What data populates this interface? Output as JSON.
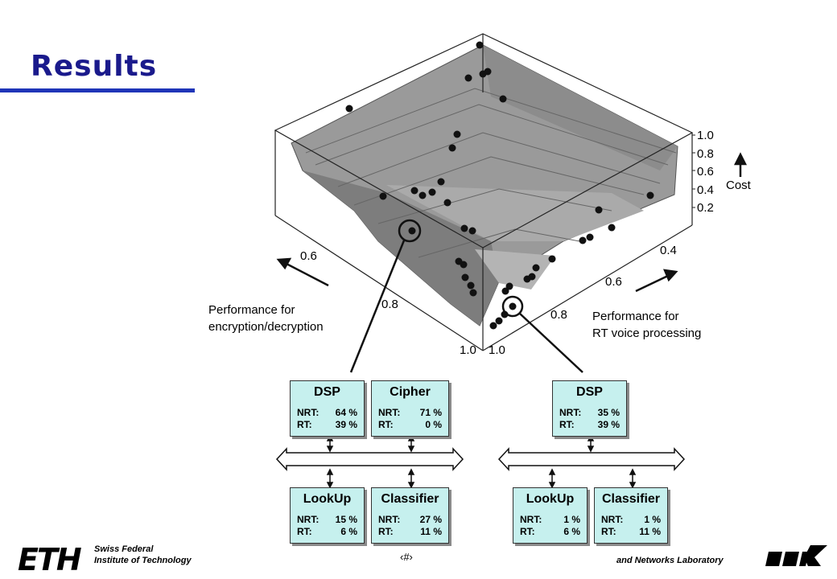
{
  "slide": {
    "title": "Results"
  },
  "plot": {
    "axis_cost_label": "Cost",
    "cost_ticks": [
      "1.0",
      "0.8",
      "0.6",
      "0.4",
      "0.2"
    ],
    "right_ticks": [
      "0.4",
      "0.6",
      "0.8",
      "1.0"
    ],
    "left_ticks": [
      "0.6",
      "0.8",
      "1.0"
    ]
  },
  "callouts": {
    "left": "Performance for\nencryption/decryption",
    "right": "Performance for\nRT voice processing"
  },
  "architectures": {
    "left": [
      {
        "name": "DSP",
        "nrt": "64 %",
        "rt": "39 %"
      },
      {
        "name": "Cipher",
        "nrt": "71 %",
        "rt": "0 %"
      },
      {
        "name": "LookUp",
        "nrt": "15 %",
        "rt": "6 %"
      },
      {
        "name": "Classifier",
        "nrt": "27 %",
        "rt": "11 %"
      }
    ],
    "right": [
      {
        "name": "DSP",
        "nrt": "35 %",
        "rt": "39 %"
      },
      {
        "name": "LookUp",
        "nrt": "1 %",
        "rt": "6 %"
      },
      {
        "name": "Classifier",
        "nrt": "1 %",
        "rt": "11 %"
      }
    ],
    "nrt_label": "NRT:",
    "rt_label": "RT:"
  },
  "footer": {
    "logo": "ETH",
    "institution_line1": "Swiss Federal",
    "institution_line2": "Institute of Technology",
    "page_number": "‹#›",
    "lab_line": "and Networks Laboratory"
  }
}
